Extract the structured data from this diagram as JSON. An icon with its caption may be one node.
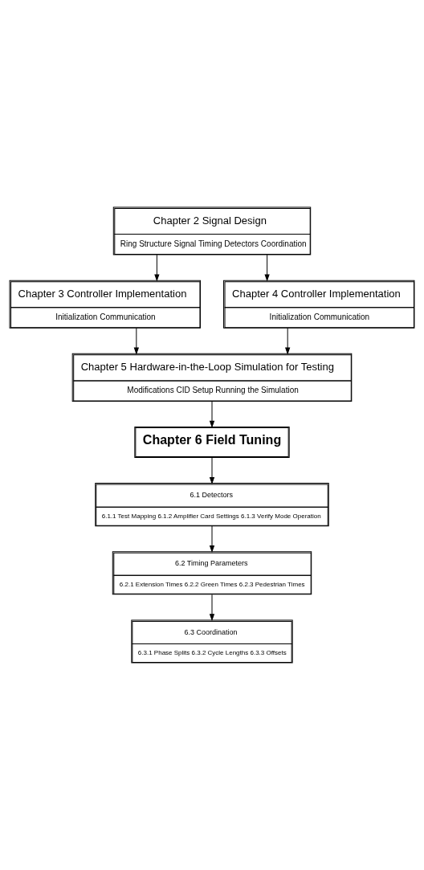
{
  "diagram": {
    "nodes": [
      {
        "text": [
          "Chapter 2 Signal Design",
          "Ring Structure Signal Timing Detectors Coordination"
        ]
      },
      {
        "text": [
          "Chapter 3 Controller Implementation",
          "Initialization Communication"
        ]
      },
      {
        "text": [
          "Chapter 4 Controller Implementation",
          "Initialization Communication"
        ]
      },
      {
        "text": [
          "Chapter 5 Hardware-in-the-Loop Simulation for Testing",
          "Modifications CID Setup Running the Simulation"
        ]
      },
      {
        "text": [
          "Chapter 6 Field Tuning"
        ]
      },
      {
        "text": [
          "6.1 Detectors",
          "6.1.1 Test Mapping 6.1.2 Amplifier Card Settings 6.1.3 Verify Mode Operation"
        ]
      },
      {
        "text": [
          "6.2 Timing Parameters",
          "6.2.1 Extension Times 6.2.2 Green Times 6.2.3 Pedestrian Times"
        ]
      },
      {
        "text": [
          "6.3 Coordination",
          "6.3.1 Phase Splits 6.3.2 Cycle Lengths 6.3.3 Offsets"
        ]
      }
    ],
    "edges": [
      {
        "from": 0,
        "to": 1,
        "arrow": "to"
      },
      {
        "from": 0,
        "to": 2,
        "arrow": "to"
      },
      {
        "from": 1,
        "to": 3,
        "arrow": "to"
      },
      {
        "from": 2,
        "to": 3,
        "arrow": "to"
      },
      {
        "from": 3,
        "to": 4,
        "arrow": "to"
      },
      {
        "from": 4,
        "to": 5,
        "arrow": "to"
      },
      {
        "from": 5,
        "to": 6,
        "arrow": "to"
      },
      {
        "from": 6,
        "to": 7,
        "arrow": "to"
      }
    ]
  }
}
